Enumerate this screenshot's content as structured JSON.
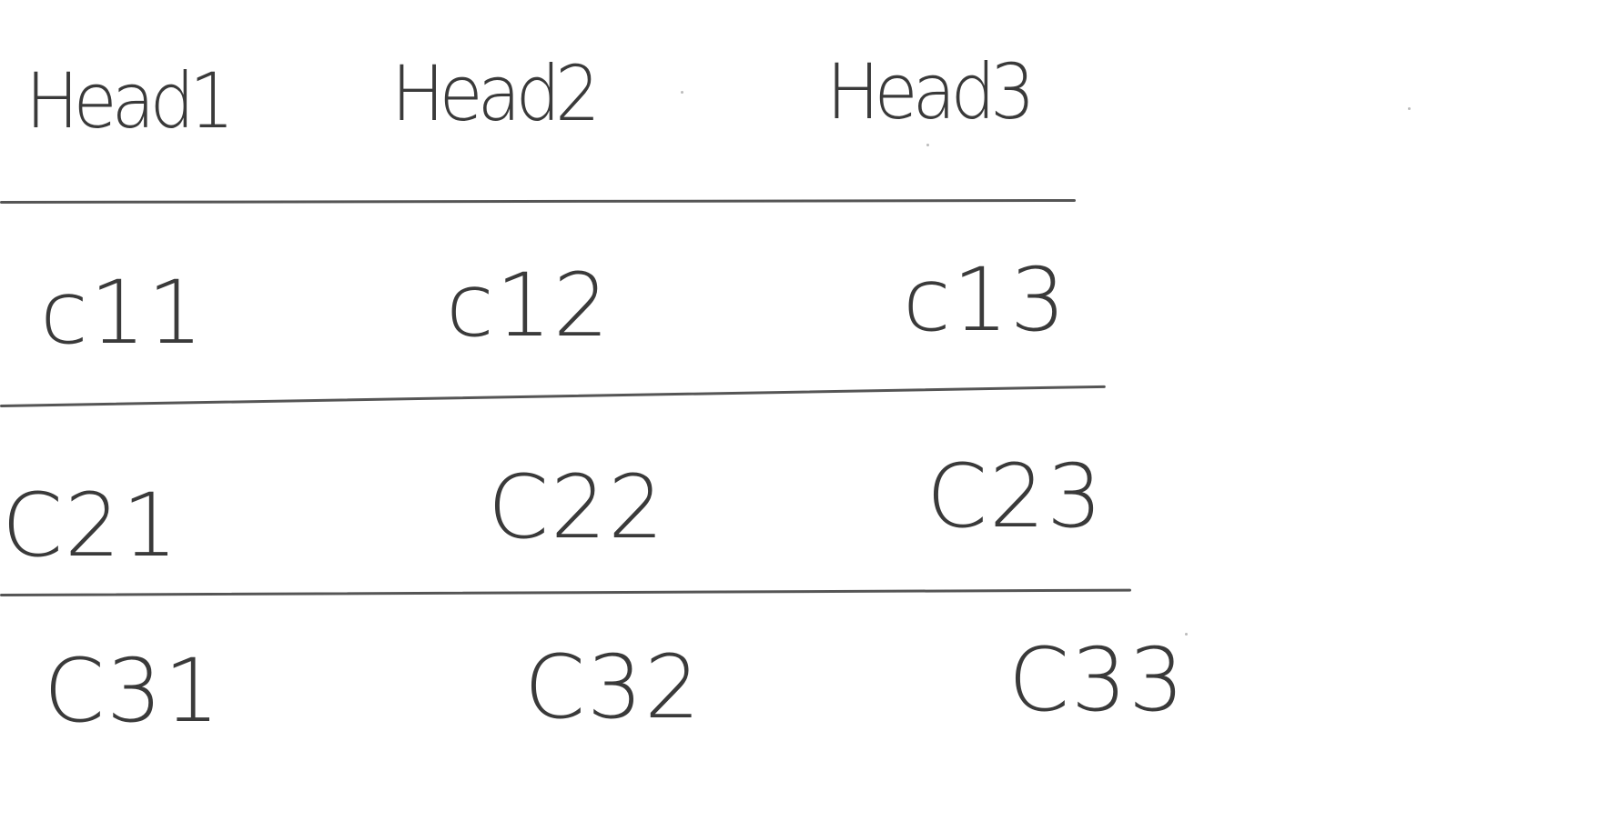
{
  "table": {
    "headers": [
      "Head1",
      "Head2",
      "Head3"
    ],
    "rows": [
      [
        "c11",
        "c12",
        "c13"
      ],
      [
        "C21",
        "C22",
        "C23"
      ],
      [
        "C31",
        "C32",
        "C33"
      ]
    ]
  }
}
